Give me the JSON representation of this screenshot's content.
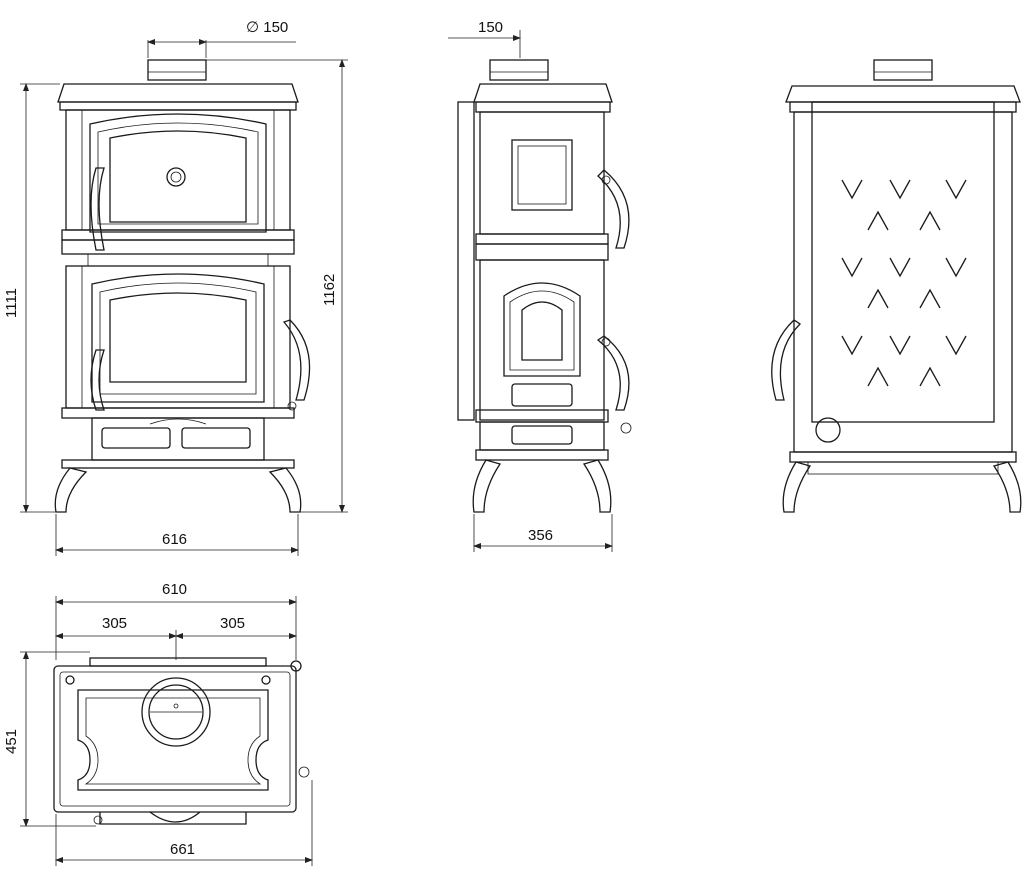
{
  "colors": {
    "line": "#1a1a1a",
    "background": "#ffffff"
  },
  "dimensions": {
    "front": {
      "flue_diameter": "∅ 150",
      "height_body": "1111",
      "height_total": "1162",
      "width": "616"
    },
    "side": {
      "flue_offset": "150",
      "depth": "356"
    },
    "top": {
      "width": "610",
      "half_left": "305",
      "half_right": "305",
      "depth": "451",
      "overall_width": "661"
    }
  }
}
